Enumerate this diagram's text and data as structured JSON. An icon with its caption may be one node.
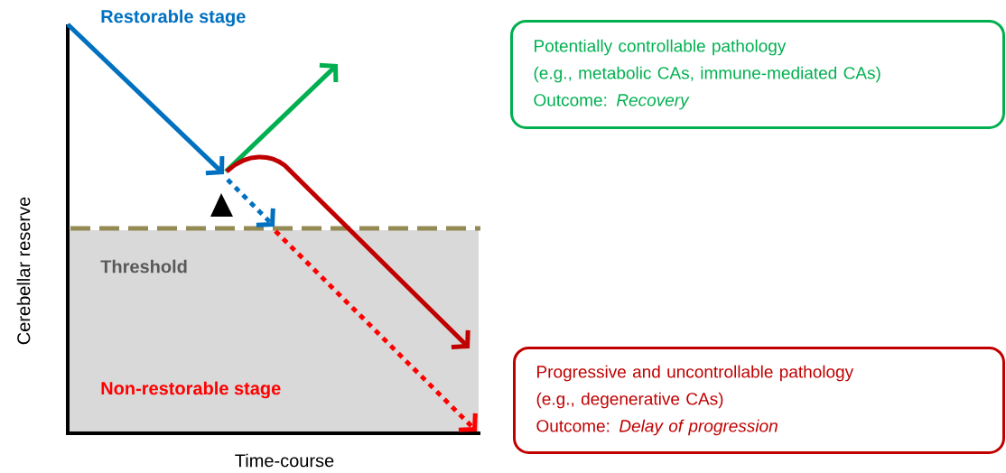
{
  "diagram": {
    "nodes": [
      {
        "text": [
          "Potentially controllable pathology",
          "(e.g., metabolic CAs, immune-mediated CAs)",
          "Outcome: *Recovery*"
        ]
      },
      {
        "text": [
          "Progressive and uncontrollable pathology",
          "(e.g., degenerative CAs)",
          "Outcome: *Delay of progression*"
        ]
      }
    ],
    "labels": [
      "Restorable stage",
      "Threshold",
      "Non-restorable stage",
      "Cerebellar reserve",
      "Time-course"
    ]
  }
}
